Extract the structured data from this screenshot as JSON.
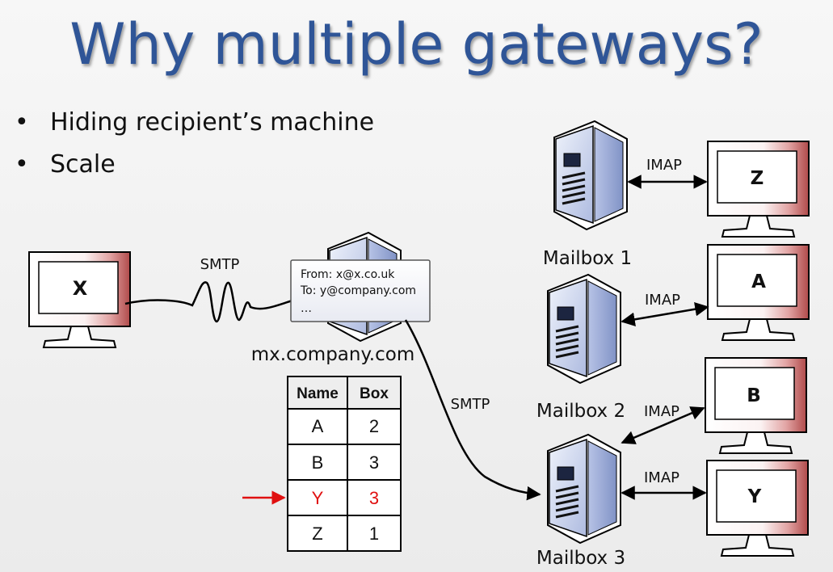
{
  "slide": {
    "title": "Why multiple gateways?",
    "bullets": [
      "Hiding recipient’s machine",
      "Scale"
    ]
  },
  "sender": {
    "label": "X"
  },
  "links": {
    "smtp_in": "SMTP",
    "smtp_out": "SMTP",
    "imap_1": "IMAP",
    "imap_2": "IMAP",
    "imap_3": "IMAP",
    "imap_4": "IMAP"
  },
  "mx_server": {
    "name": "mx.company.com",
    "envelope": {
      "from": "From: x@x.co.uk",
      "to": "To: y@company.com",
      "more": "…"
    }
  },
  "mailboxes": {
    "mb1": "Mailbox 1",
    "mb2": "Mailbox 2",
    "mb3": "Mailbox 3"
  },
  "recipients": {
    "z": "Z",
    "a": "A",
    "b": "B",
    "y": "Y"
  },
  "table": {
    "headers": {
      "name": "Name",
      "box": "Box"
    },
    "rows": [
      {
        "name": "A",
        "box": "2"
      },
      {
        "name": "B",
        "box": "3"
      },
      {
        "name": "Y",
        "box": "3"
      },
      {
        "name": "Z",
        "box": "1"
      }
    ]
  },
  "colors": {
    "title": "#2f5597",
    "highlight": "#e01010",
    "screen_edge": "#c06060",
    "server_face": "#c9d3ec"
  }
}
